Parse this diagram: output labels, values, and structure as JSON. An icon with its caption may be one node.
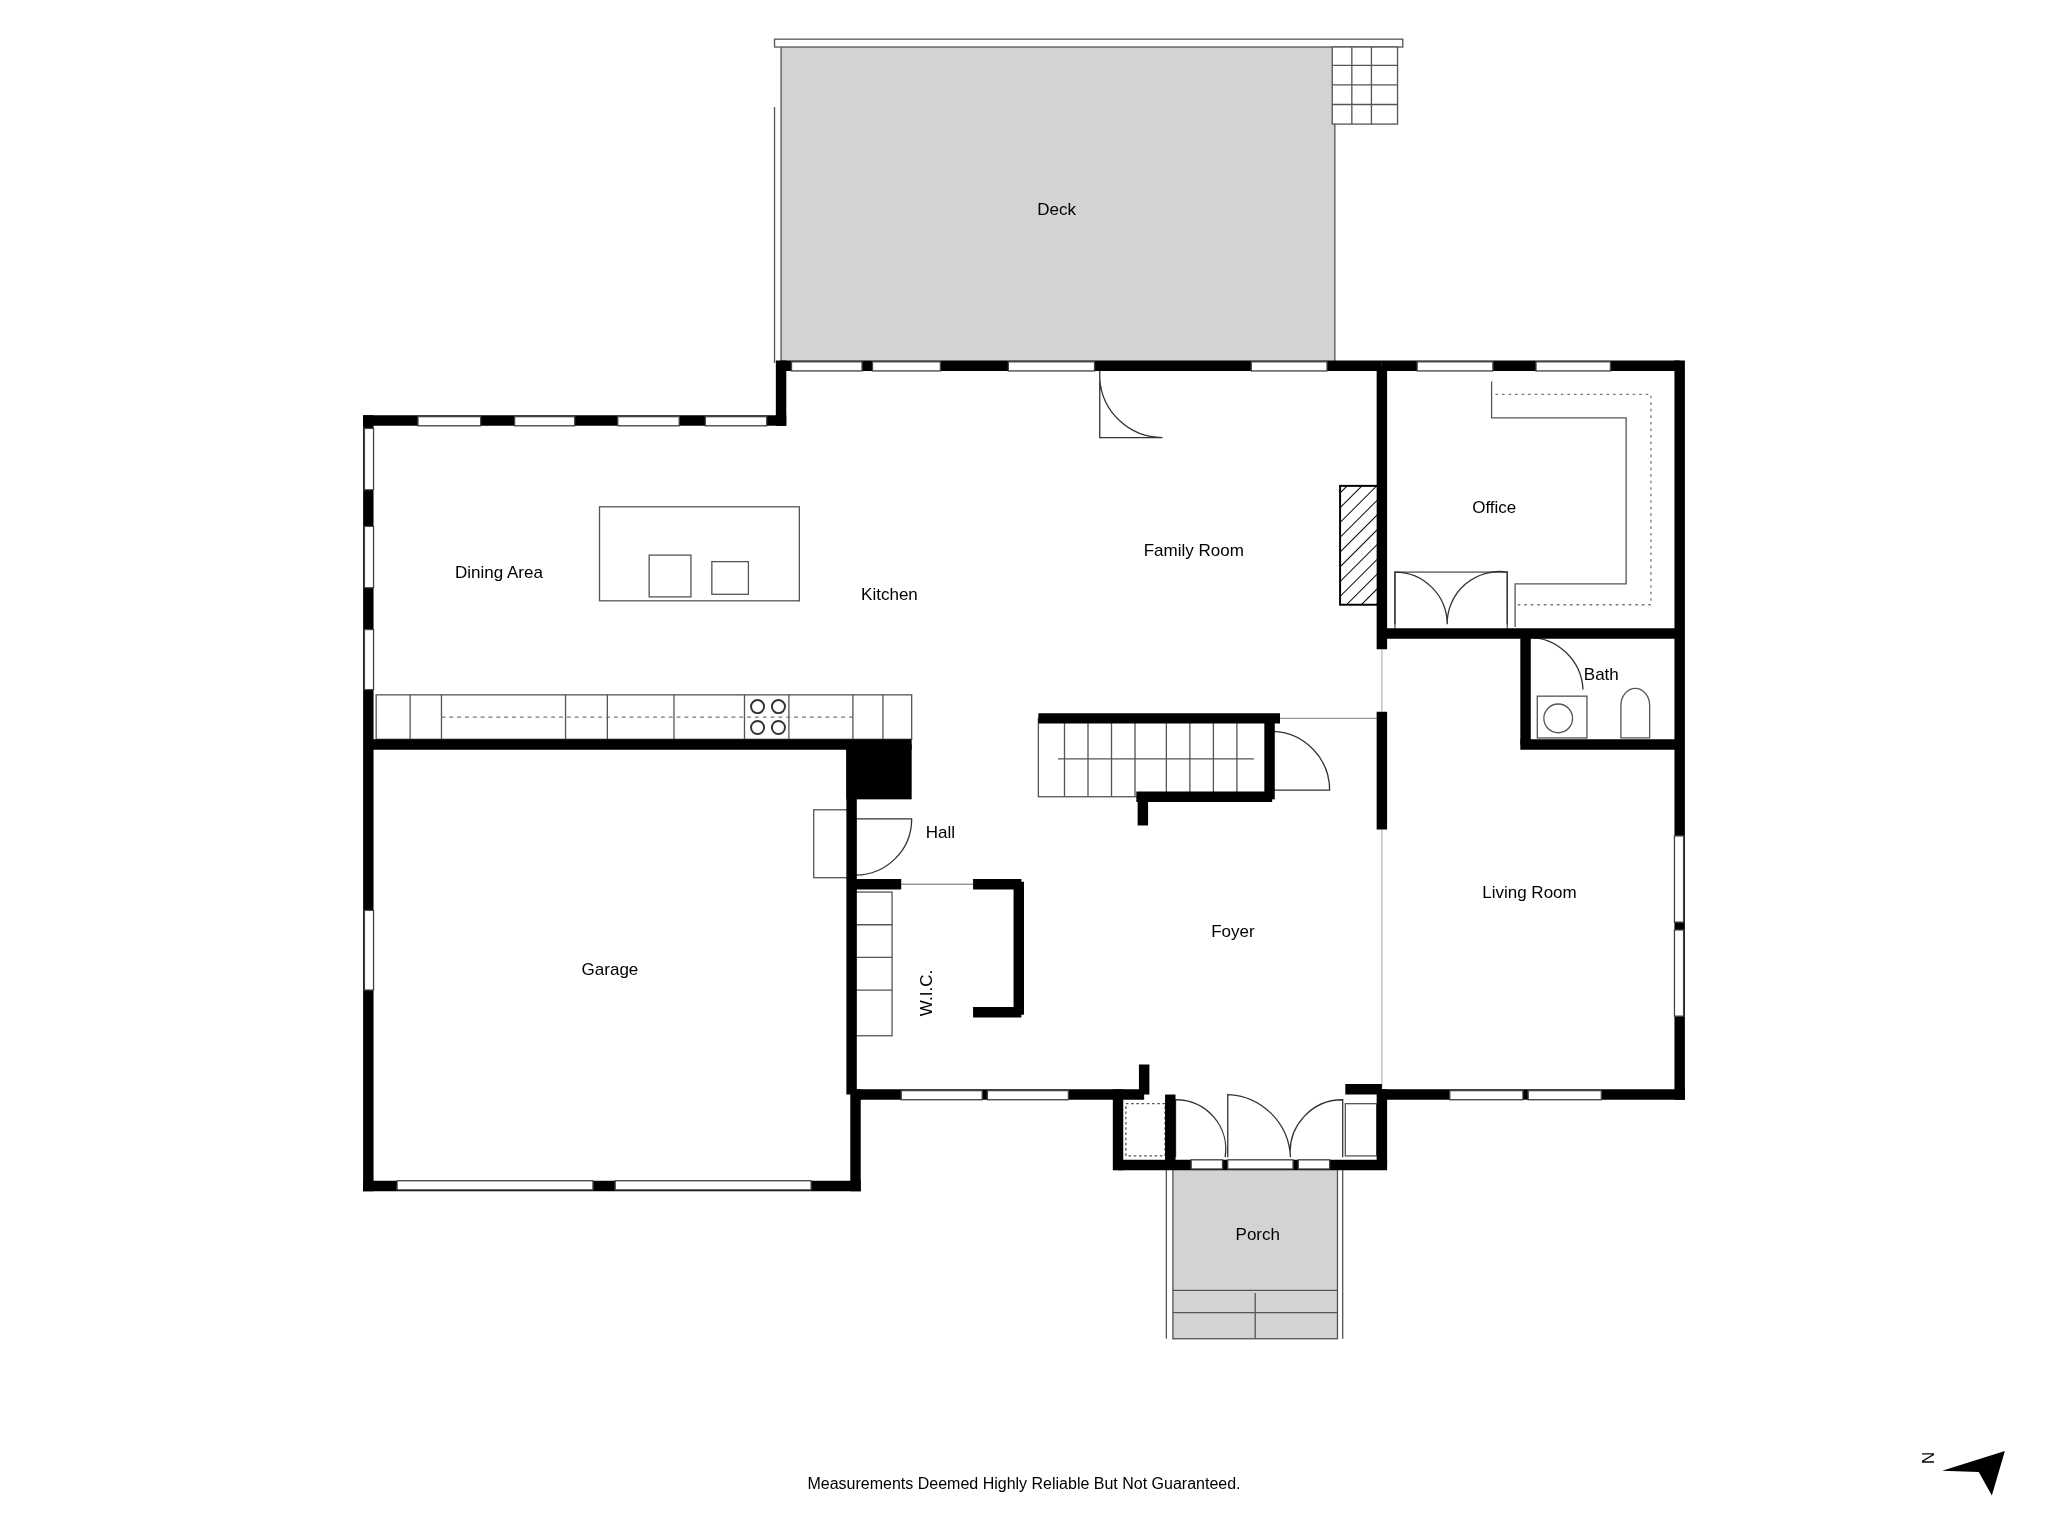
{
  "diagram": {
    "caption": "Measurements Deemed Highly Reliable But Not Guaranteed.",
    "labels": [
      "Deck",
      "Office",
      "Family Room",
      "Dining Area",
      "Kitchen",
      "Bath",
      "Hall",
      "Living Room",
      "Foyer",
      "Garage",
      "W.I.C.",
      "Porch",
      "N"
    ]
  }
}
